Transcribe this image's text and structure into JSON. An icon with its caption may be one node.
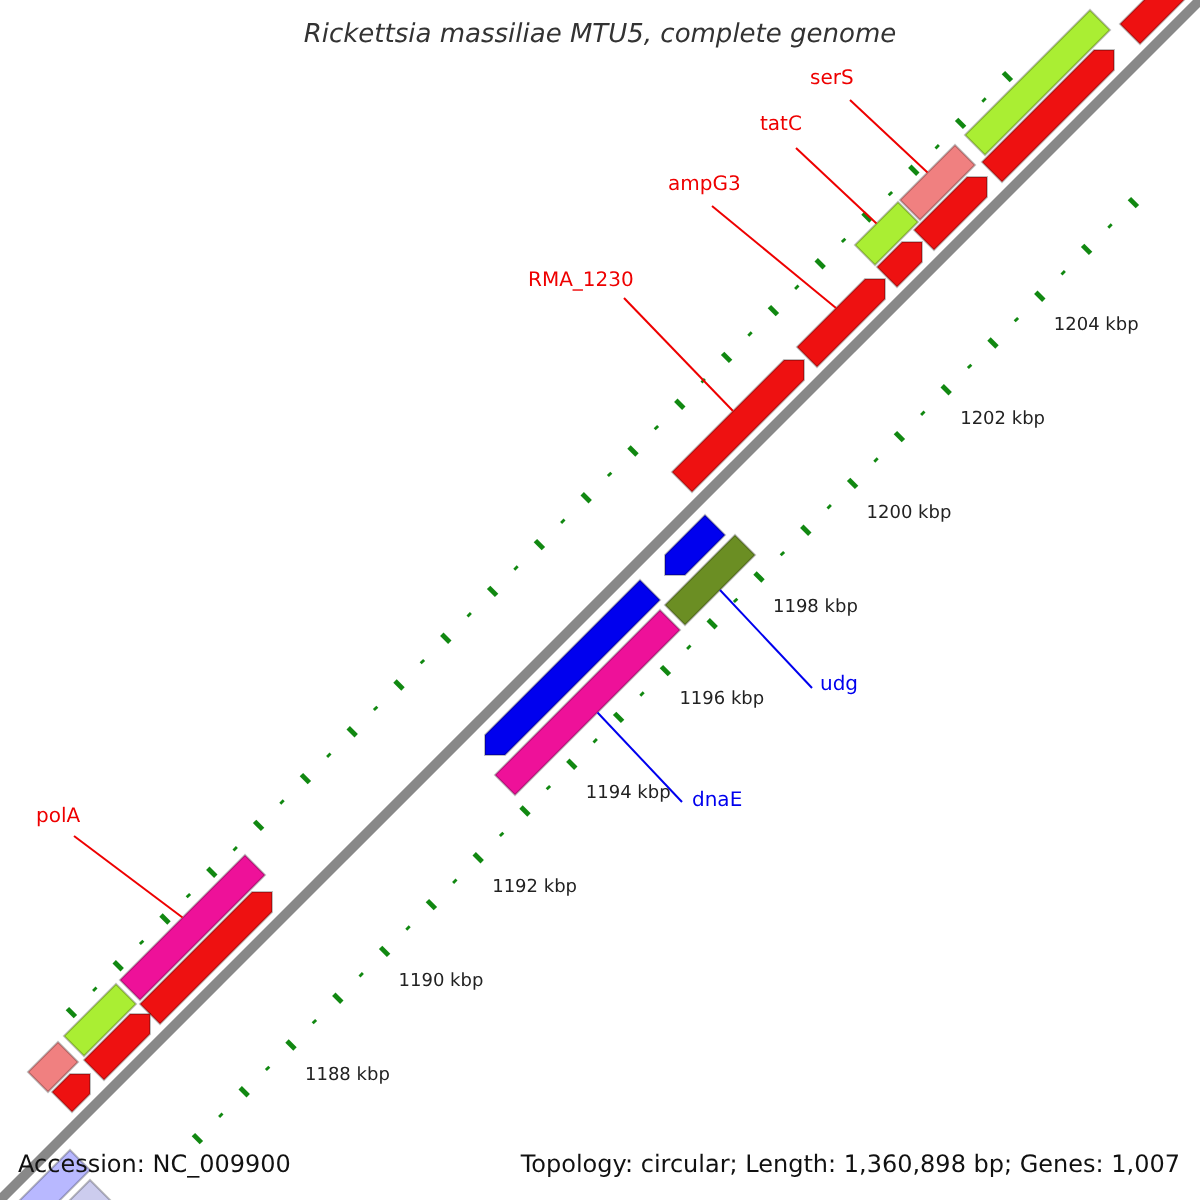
{
  "diagram": {
    "title": "Rickettsia massiliae MTU5, complete genome",
    "nodes": [
      {
        "text": [
          "serS"
        ]
      },
      {
        "text": [
          "tatC"
        ]
      },
      {
        "text": [
          "ampG3"
        ]
      },
      {
        "text": [
          "RMA_1230"
        ]
      },
      {
        "text": [
          "polA"
        ]
      },
      {
        "text": [
          "udg"
        ]
      },
      {
        "text": [
          "dnaE"
        ]
      },
      {
        "text": [],
        "shape": "bar"
      },
      {
        "text": [],
        "shape": "bar"
      },
      {
        "text": [],
        "shape": "bar"
      },
      {
        "text": [],
        "shape": "bar"
      },
      {
        "text": [],
        "shape": "bar"
      },
      {
        "text": [],
        "shape": "bar"
      },
      {
        "text": [],
        "shape": "bar"
      },
      {
        "text": [],
        "shape": "bar"
      },
      {
        "text": [],
        "shape": "bar"
      },
      {
        "text": [],
        "shape": "bar"
      },
      {
        "text": [],
        "shape": "bar"
      },
      {
        "text": [],
        "shape": "bar"
      },
      {
        "text": [],
        "shape": "bar"
      },
      {
        "text": [],
        "shape": "bar"
      },
      {
        "text": [],
        "shape": "bar"
      },
      {
        "text": [],
        "shape": "bar"
      },
      {
        "text": [],
        "shape": "bar"
      },
      {
        "text": [],
        "shape": "bar"
      },
      {
        "text": [],
        "shape": "bar"
      },
      {
        "text": [],
        "shape": "bar"
      },
      {
        "text": [],
        "shape": "bar"
      }
    ],
    "edges": [
      {
        "from": 0,
        "to": 10,
        "arrow": "none"
      },
      {
        "from": 1,
        "to": 12,
        "arrow": "none"
      },
      {
        "from": 2,
        "to": 14,
        "arrow": "none"
      },
      {
        "from": 3,
        "to": 15,
        "arrow": "none"
      },
      {
        "from": 4,
        "to": 20,
        "arrow": "none"
      },
      {
        "from": 5,
        "to": 17,
        "arrow": "none",
        "color": "#0000ee"
      },
      {
        "from": 6,
        "to": 19,
        "arrow": "none",
        "color": "#0000ee"
      }
    ],
    "labels": [
      "1204 kbp",
      "1202 kbp",
      "1200 kbp",
      "1198 kbp",
      "1196 kbp",
      "1194 kbp",
      "1192 kbp",
      "1190 kbp",
      "1188 kbp",
      "Accession: NC_009900",
      "Topology: circular; Length: 1,360,898 bp; Genes: 1,007"
    ]
  }
}
